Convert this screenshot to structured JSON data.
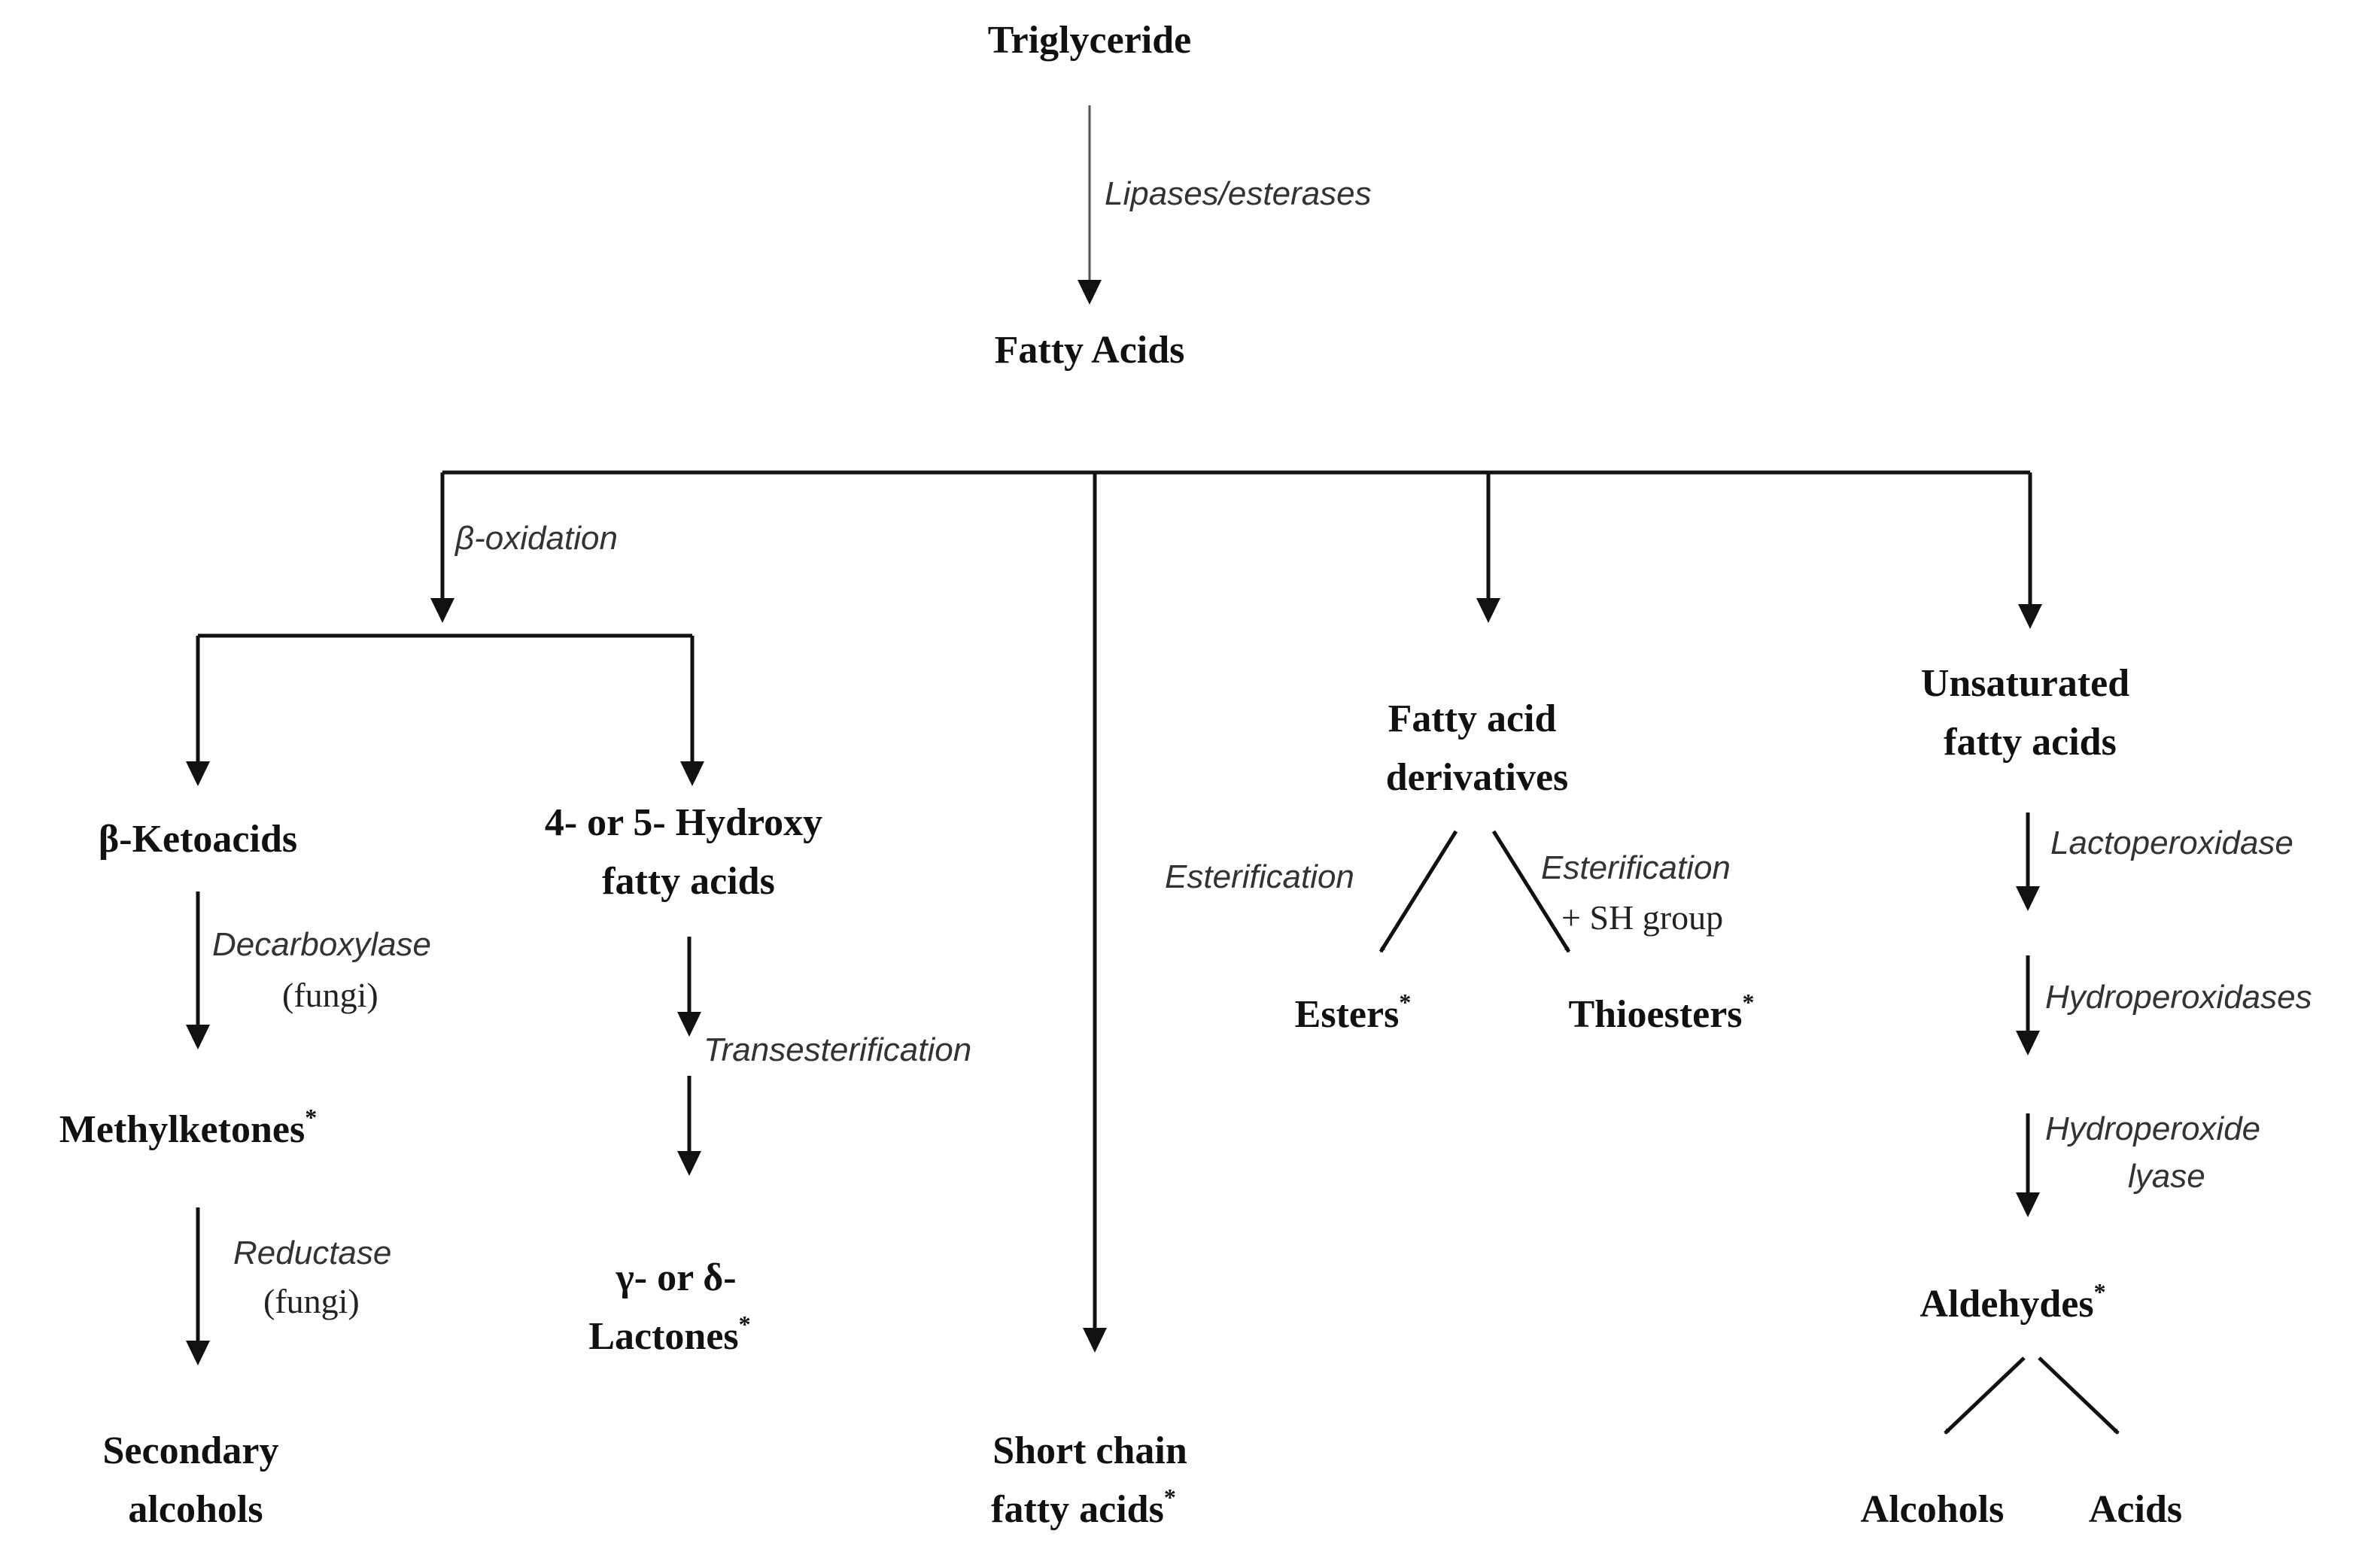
{
  "nodes": {
    "triglyceride": "Triglyceride",
    "fatty_acids": "Fatty Acids",
    "beta_ketoacids": "β-Ketoacids",
    "hydroxy_fatty_acids": [
      "4- or 5- Hydroxy",
      "fatty acids"
    ],
    "methylketones": "Methylketones",
    "secondary_alcohols": [
      "Secondary",
      "alcohols"
    ],
    "lactones": [
      "γ- or δ-",
      "Lactones"
    ],
    "short_chain_fatty_acids": [
      "Short chain",
      "fatty acids"
    ],
    "fatty_acid_derivatives": [
      "Fatty acid",
      "derivatives"
    ],
    "esters": "Esters",
    "thioesters": "Thioesters",
    "unsaturated_fatty_acids": [
      "Unsaturated",
      "fatty acids"
    ],
    "aldehydes": "Aldehydes",
    "alcohols": "Alcohols",
    "acids": "Acids",
    "asterisk": "*"
  },
  "enzymes": {
    "lipases": "Lipases/esterases",
    "beta_oxidation": "β-oxidation",
    "decarboxylase": "Decarboxylase",
    "fungi": "(fungi)",
    "reductase": "Reductase",
    "transesterification": "Transesterification",
    "esterification": "Esterification",
    "sh_group": "+ SH group",
    "lactoperoxidase": "Lactoperoxidase",
    "hydroperoxidases": "Hydroperoxidases",
    "hydroperoxide": "Hydroperoxide",
    "lyase": "lyase"
  }
}
